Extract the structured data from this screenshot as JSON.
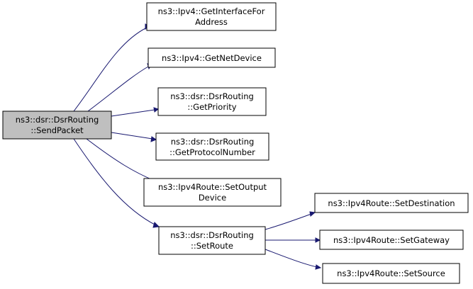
{
  "colors": {
    "root_fill": "#bfbfbf",
    "node_fill": "#ffffff",
    "edge": "#191970"
  },
  "nodes": {
    "send_packet": [
      "ns3::dsr::DsrRouting",
      "::SendPacket"
    ],
    "get_interface_for_address": [
      "ns3::Ipv4::GetInterfaceFor",
      "Address"
    ],
    "get_net_device": [
      "ns3::Ipv4::GetNetDevice"
    ],
    "get_priority": [
      "ns3::dsr::DsrRouting",
      "::GetPriority"
    ],
    "get_protocol_number": [
      "ns3::dsr::DsrRouting",
      "::GetProtocolNumber"
    ],
    "set_output_device": [
      "ns3::Ipv4Route::SetOutput",
      "Device"
    ],
    "set_route": [
      "ns3::dsr::DsrRouting",
      "::SetRoute"
    ],
    "set_destination": [
      "ns3::Ipv4Route::SetDestination"
    ],
    "set_gateway": [
      "ns3::Ipv4Route::SetGateway"
    ],
    "set_source": [
      "ns3::Ipv4Route::SetSource"
    ]
  },
  "edges": [
    [
      "send_packet",
      "get_interface_for_address"
    ],
    [
      "send_packet",
      "get_net_device"
    ],
    [
      "send_packet",
      "get_priority"
    ],
    [
      "send_packet",
      "get_protocol_number"
    ],
    [
      "send_packet",
      "set_output_device"
    ],
    [
      "send_packet",
      "set_route"
    ],
    [
      "set_route",
      "set_destination"
    ],
    [
      "set_route",
      "set_gateway"
    ],
    [
      "set_route",
      "set_source"
    ]
  ]
}
